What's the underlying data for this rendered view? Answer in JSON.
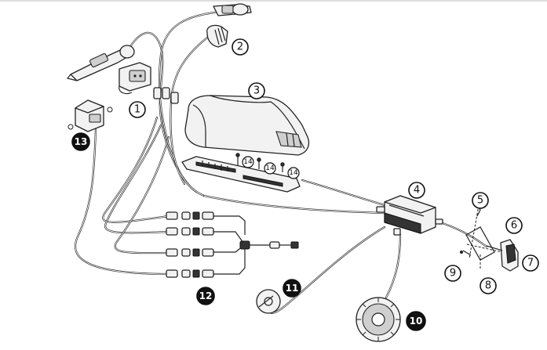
{
  "diagram": {
    "callouts": [
      {
        "id": "1",
        "label": "1",
        "style": "outline"
      },
      {
        "id": "2",
        "label": "2",
        "style": "outline"
      },
      {
        "id": "3",
        "label": "3",
        "style": "outline"
      },
      {
        "id": "4",
        "label": "4",
        "style": "outline"
      },
      {
        "id": "5",
        "label": "5",
        "style": "outline"
      },
      {
        "id": "6",
        "label": "6",
        "style": "outline"
      },
      {
        "id": "7",
        "label": "7",
        "style": "outline"
      },
      {
        "id": "8",
        "label": "8",
        "style": "outline"
      },
      {
        "id": "9",
        "label": "9",
        "style": "outline"
      },
      {
        "id": "10",
        "label": "10",
        "style": "filled"
      },
      {
        "id": "11",
        "label": "11",
        "style": "filled"
      },
      {
        "id": "12",
        "label": "12",
        "style": "filled"
      },
      {
        "id": "13",
        "label": "13",
        "style": "filled"
      },
      {
        "id": "14a",
        "label": "14",
        "style": "small"
      },
      {
        "id": "14b",
        "label": "14",
        "style": "small"
      },
      {
        "id": "14c",
        "label": "14",
        "style": "small"
      }
    ],
    "colors": {
      "line": "#222222",
      "background": "#ffffff",
      "fill": "#f2f2f2"
    }
  }
}
